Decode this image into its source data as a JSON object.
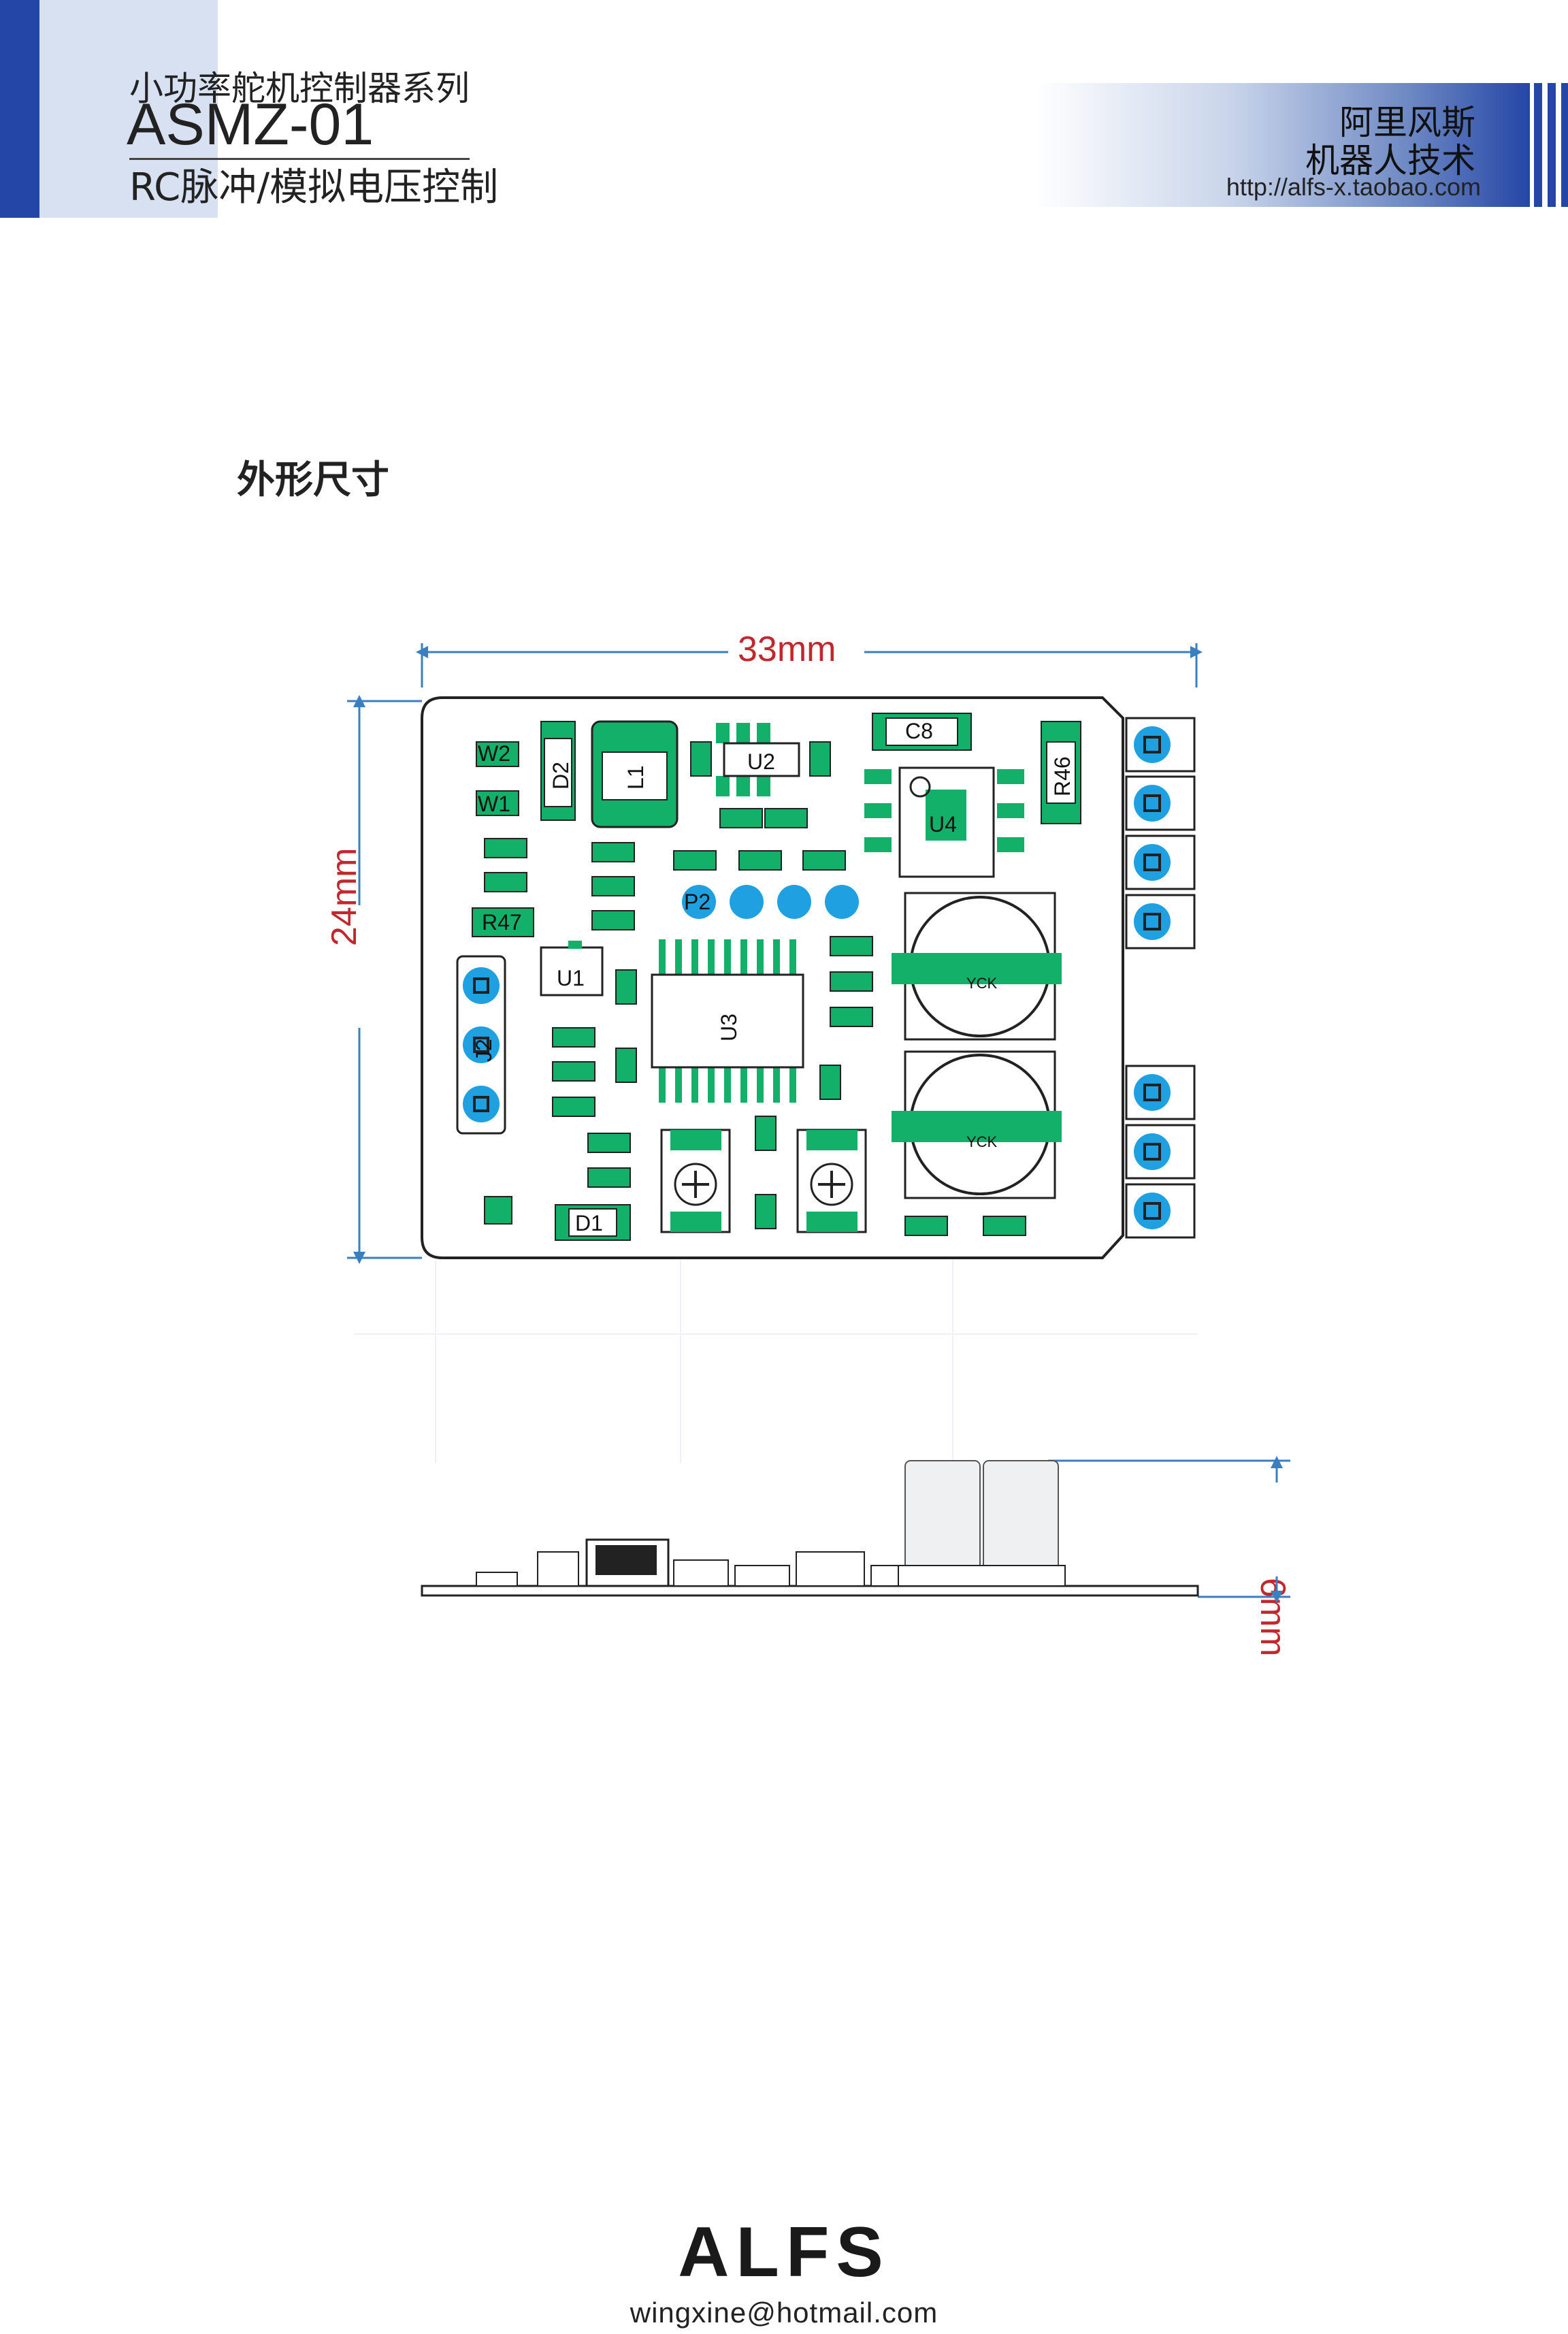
{
  "header": {
    "series": "小功率舵机控制器系列",
    "model": "ASMZ-01",
    "control": "RC脉冲/模拟电压控制",
    "company_line1": "阿里风斯",
    "company_line2": "机器人技术",
    "url": "http://alfs-x.taobao.com"
  },
  "section": {
    "title": "外形尺寸"
  },
  "dimensions": {
    "width": "33mm",
    "height": "24mm",
    "thickness": "6mm"
  },
  "pcb": {
    "components": {
      "w2": "W2",
      "w1": "W1",
      "d2": "D2",
      "l1": "L1",
      "u2": "U2",
      "c8": "C8",
      "u4": "U4",
      "r46": "R46",
      "p2": "P2",
      "r47": "R47",
      "u1": "U1",
      "u3": "U3",
      "j2": "J2",
      "d1": "D1",
      "c7_mark": "YCK",
      "c6_mark": "YCK"
    }
  },
  "colors": {
    "header_blue": "#2446a6",
    "pad_blue": "#1fa0e0",
    "silk_green": "#13b06a",
    "dim_red": "#c1272d"
  },
  "footer": {
    "brand": "ALFS",
    "email": "wingxine@hotmail.com"
  }
}
